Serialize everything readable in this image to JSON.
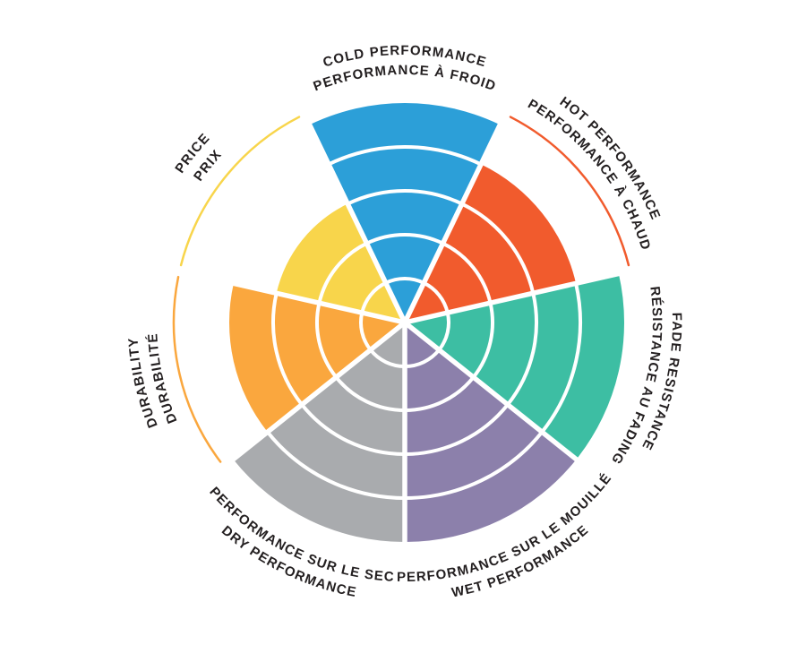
{
  "chart_data": {
    "type": "pie",
    "variant": "polar-sector-rating-wheel",
    "title": "",
    "max_value": 5,
    "rings": 5,
    "direction": "clockwise",
    "start_sector_angle_deg": 0,
    "background": "#FFFFFF",
    "divider_color": "#FFFFFF",
    "label_color": "#231F20",
    "sectors": [
      {
        "id": "cold-performance",
        "label_en": "COLD PERFORMANCE",
        "label_fr": "PERFORMANCE À FROID",
        "value": 5,
        "color": "#2C9FD8",
        "flip_label": false
      },
      {
        "id": "hot-performance",
        "label_en": "HOT PERFORMANCE",
        "label_fr": "PERFORMANCE À CHAUD",
        "value": 4,
        "color": "#F15B2D",
        "flip_label": false
      },
      {
        "id": "fade-resistance",
        "label_en": "FADE RESISTANCE",
        "label_fr": "RÉSISTANCE AU FADING",
        "value": 5,
        "color": "#3DBEA3",
        "flip_label": false
      },
      {
        "id": "wet-performance",
        "label_en": "WET PERFORMANCE",
        "label_fr": "PERFORMANCE SUR LE MOUILLÉ",
        "value": 5,
        "color": "#8C80AB",
        "flip_label": true
      },
      {
        "id": "dry-performance",
        "label_en": "DRY PERFORMANCE",
        "label_fr": "PERFORMANCE SUR LE SEC",
        "value": 5,
        "color": "#A9ABAE",
        "flip_label": true
      },
      {
        "id": "durability",
        "label_en": "DURABILITY",
        "label_fr": "DURABILITÉ",
        "value": 4,
        "color": "#FAA73E",
        "flip_label": false
      },
      {
        "id": "price",
        "label_en": "PRICE",
        "label_fr": "PRIX",
        "value": 3,
        "color": "#F8D54B",
        "flip_label": false
      }
    ]
  }
}
